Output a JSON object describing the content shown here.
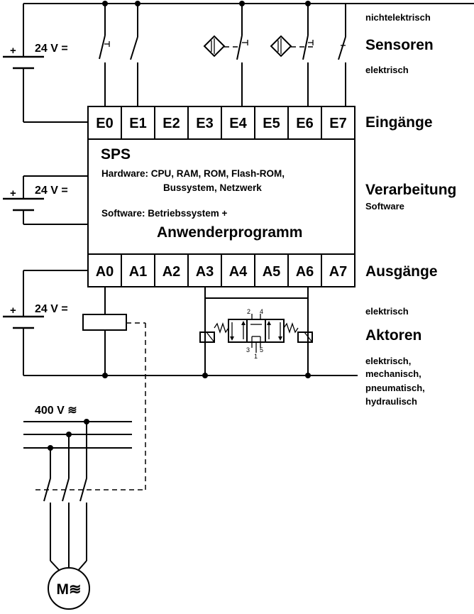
{
  "supply_voltage": "24 V =",
  "plus_sign": "+",
  "inputs": [
    "E0",
    "E1",
    "E2",
    "E3",
    "E4",
    "E5",
    "E6",
    "E7"
  ],
  "outputs": [
    "A0",
    "A1",
    "A2",
    "A3",
    "A4",
    "A5",
    "A6",
    "A7"
  ],
  "sps": {
    "title": "SPS",
    "hardware_line1": "Hardware: CPU, RAM, ROM, Flash-ROM,",
    "hardware_line2": "Bussystem, Netzwerk",
    "software_line": "Software: Betriebssystem  +",
    "program": "Anwenderprogramm"
  },
  "labels": {
    "nichtelektrisch": "nichtelektrisch",
    "sensoren": "Sensoren",
    "elektrisch_sensor": "elektrisch",
    "eingaenge": "Eingänge",
    "verarbeitung": "Verarbeitung",
    "software": "Software",
    "ausgaenge": "Ausgänge",
    "elektrisch_aktor": "elektrisch",
    "aktoren": "Aktoren",
    "aktor_types": [
      "elektrisch,",
      "mechanisch,",
      "pneumatisch,",
      "hydraulisch"
    ]
  },
  "valve_ports": {
    "p2": "2",
    "p4": "4",
    "p3": "3",
    "p5": "5",
    "p1": "1"
  },
  "motor_supply": "400 V ≋",
  "motor_label": "M≋"
}
